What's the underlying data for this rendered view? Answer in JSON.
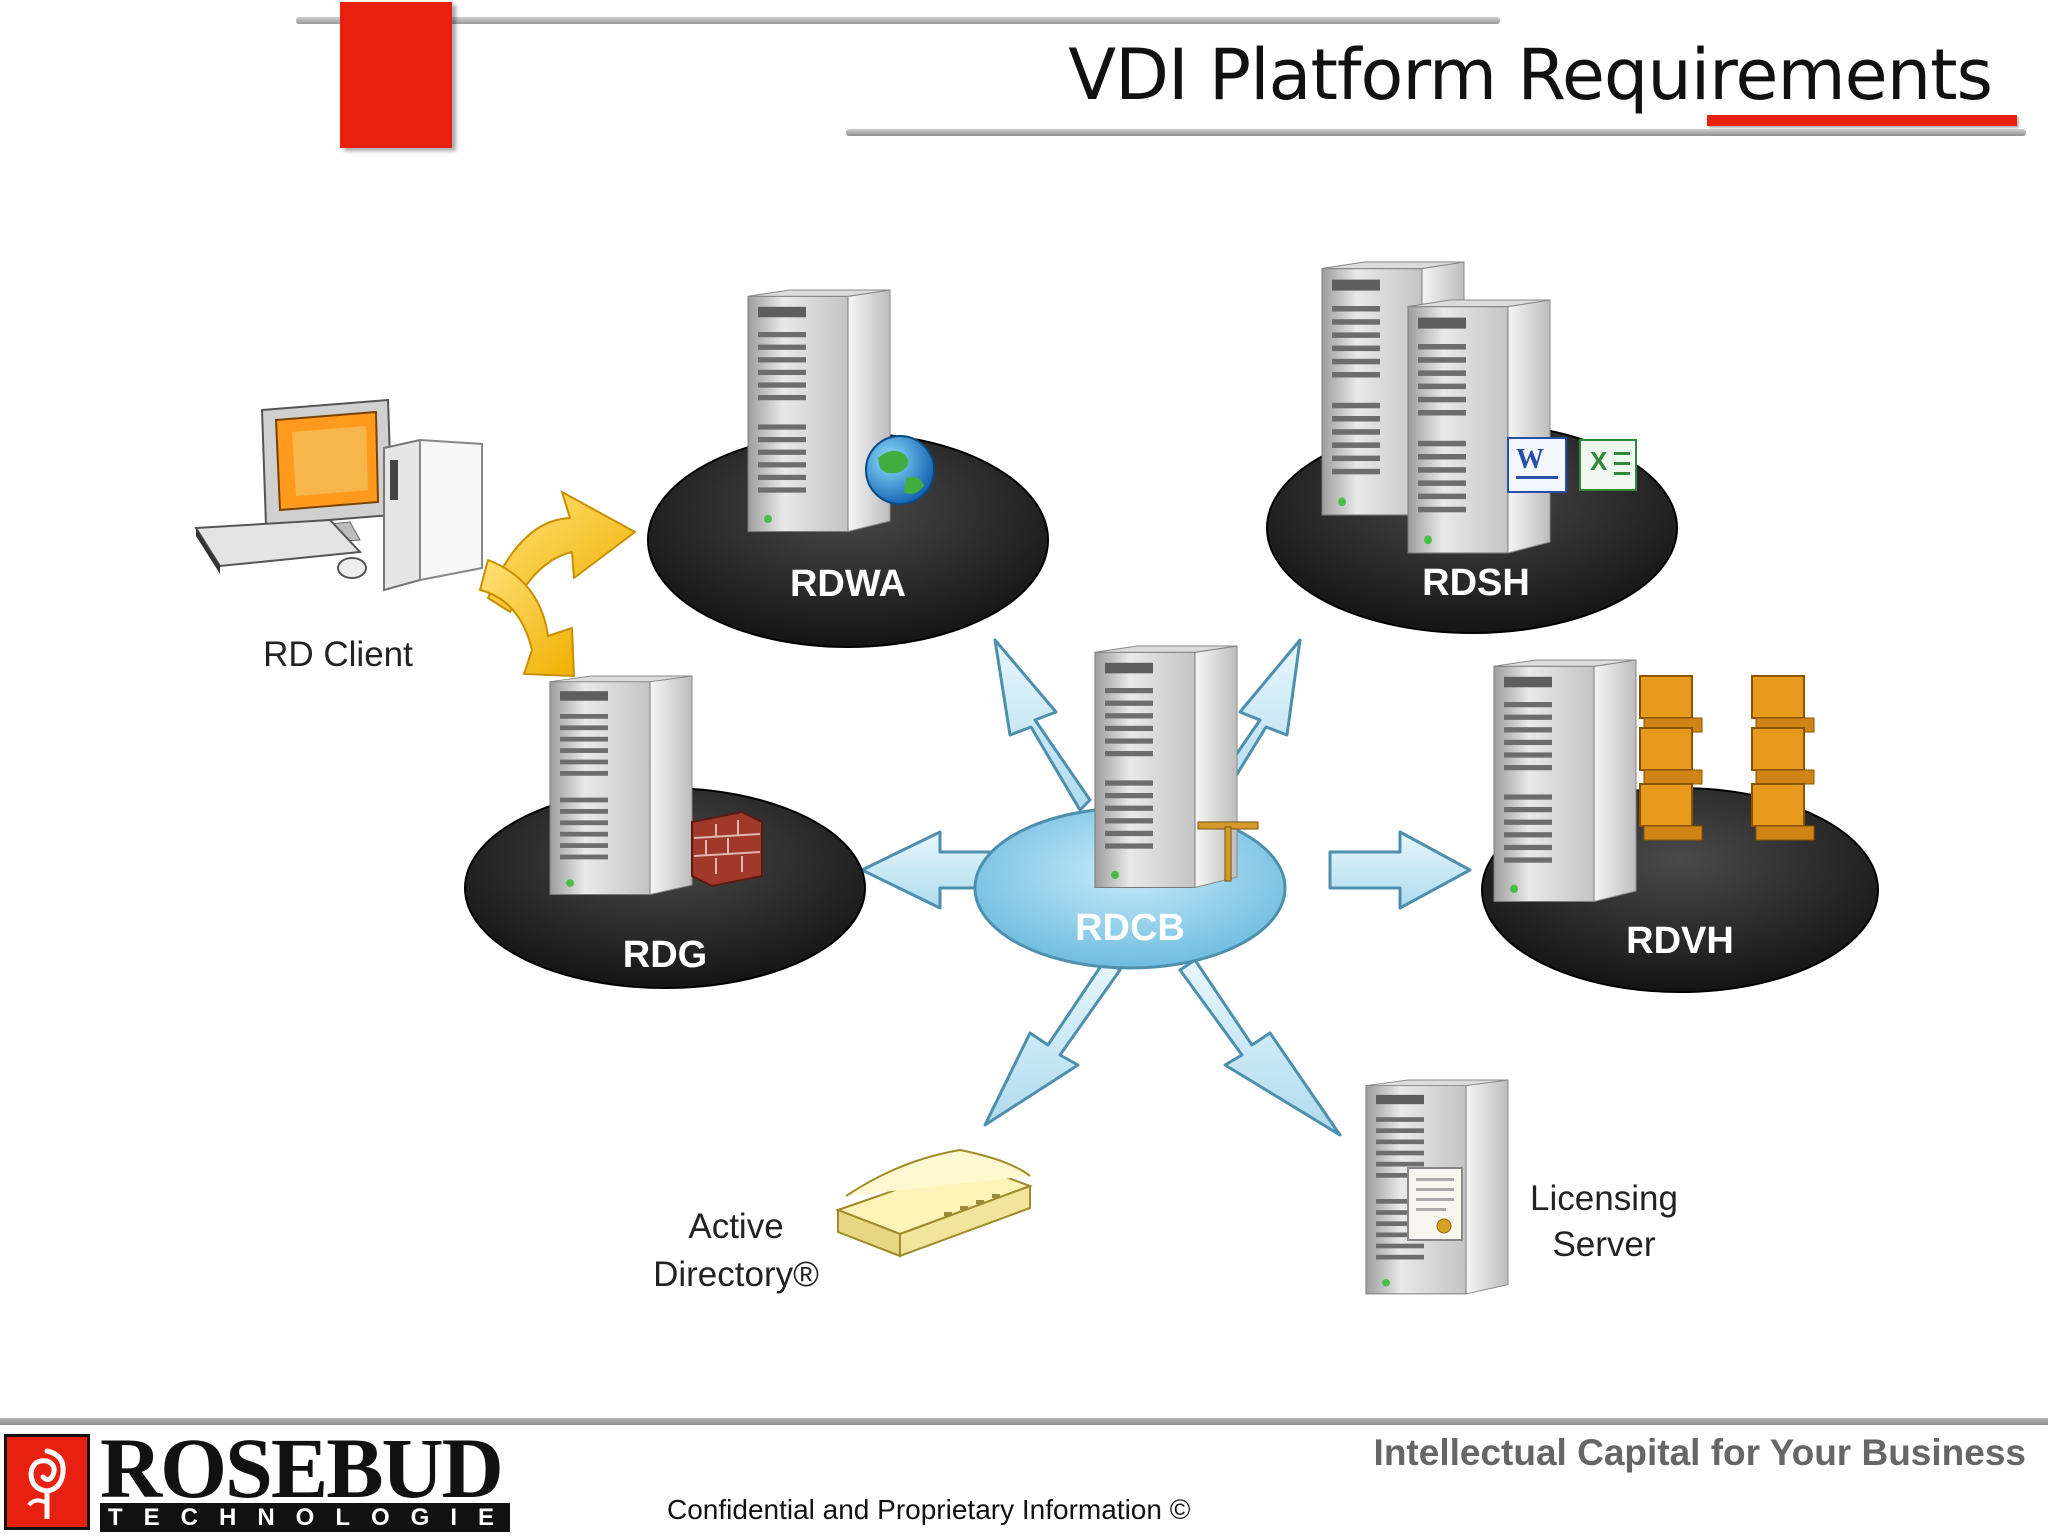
{
  "slide": {
    "title": "VDI Platform Requirements"
  },
  "diagram": {
    "nodes": {
      "rdwa": "RDWA",
      "rdsh": "RDSH",
      "rdg": "RDG",
      "rdcb": "RDCB",
      "rdvh": "RDVH"
    },
    "client_label": "RD Client",
    "active_directory_label": [
      "Active",
      "Directory®"
    ],
    "licensing_label": [
      "Licensing",
      "Server"
    ]
  },
  "footer": {
    "logo_name": "ROSEBUD",
    "logo_tagline": "TECHNOLOGIES",
    "slogan": "Intellectual Capital for Your Business",
    "confidential": "Confidential and Proprietary Information ©"
  },
  "colors": {
    "accent_red": "#e8200f",
    "platform_dark": "#1f1f1f",
    "hub_blue": "#8fcde8",
    "arrow_yellow": "#f5c21a"
  }
}
